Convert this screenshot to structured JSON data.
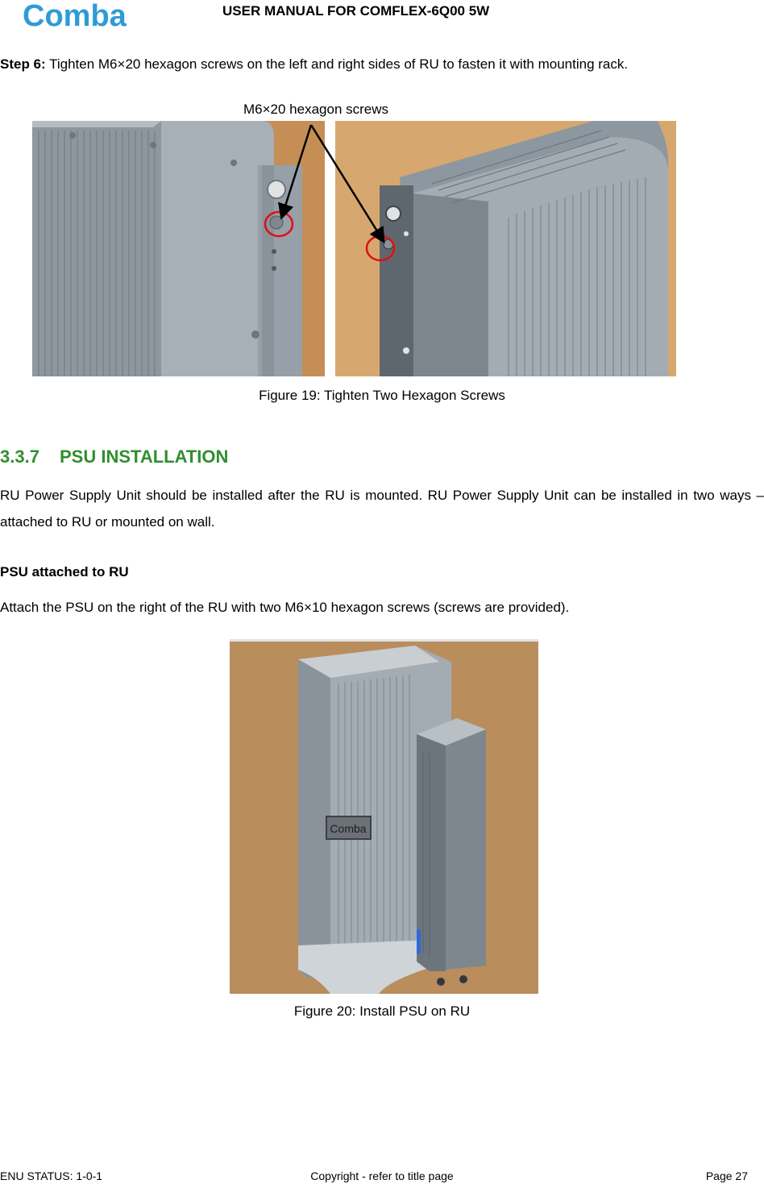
{
  "header": {
    "logo_text": "Comba",
    "title": "USER MANUAL FOR COMFLEX-6Q00 5W"
  },
  "step6": {
    "label": "Step 6:",
    "text": " Tighten M6×20 hexagon screws on the left and right sides of RU to fasten it with mounting rack."
  },
  "figure19": {
    "callout": "M6×20 hexagon screws",
    "caption": "Figure 19: Tighten Two Hexagon Screws"
  },
  "section": {
    "number": "3.3.7",
    "title": "PSU INSTALLATION",
    "paragraph": "RU Power Supply Unit should be installed after the RU is mounted. RU Power Supply Unit can be installed in two ways – attached to RU or mounted on wall."
  },
  "subsection": {
    "title": "PSU attached to RU",
    "paragraph": "Attach the PSU on the right of the RU with two M6×10 hexagon screws (screws are provided)."
  },
  "figure20": {
    "unit_label": "Comba",
    "caption": "Figure 20: Install PSU on RU"
  },
  "footer": {
    "status": "ENU STATUS: 1-0-1",
    "copyright": "Copyright - refer to title page",
    "page": "Page 27"
  },
  "colors": {
    "logo_blue": "#2e9bd6",
    "heading_green": "#2f8f2f",
    "wall_tan": "#d9a86c",
    "wall_brown": "#b98d5c",
    "marker_red": "#e01010"
  }
}
